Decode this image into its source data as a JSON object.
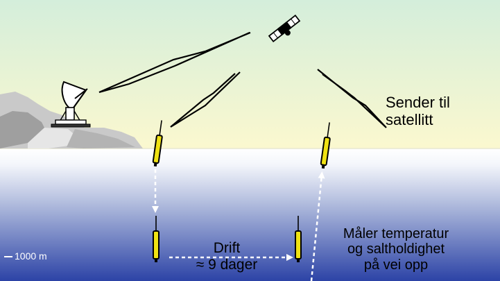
{
  "labels": {
    "sender_line1": "Sender til",
    "sender_line2": "satellitt",
    "drift_line1": "Drift",
    "drift_line2": "≈ 9 dager",
    "measure_line1": "Måler temperatur",
    "measure_line2": "og saltholdighet",
    "measure_line3": "på vei opp",
    "depth": "1000 m"
  },
  "colors": {
    "sky_top": "#d4eedb",
    "sky_bottom": "#fbf8cf",
    "ocean_top": "#ffffff",
    "ocean_bottom": "#2c43a6",
    "land": "#c8c8c8",
    "land_dark": "#a3a3a3",
    "float_body": "#f0e213",
    "signal_line": "#000000",
    "arrow": "#ffffff"
  },
  "icons": [
    "satellite-icon",
    "ground-station-dish-icon",
    "argo-float-icon",
    "signal-zigzag-icon"
  ]
}
